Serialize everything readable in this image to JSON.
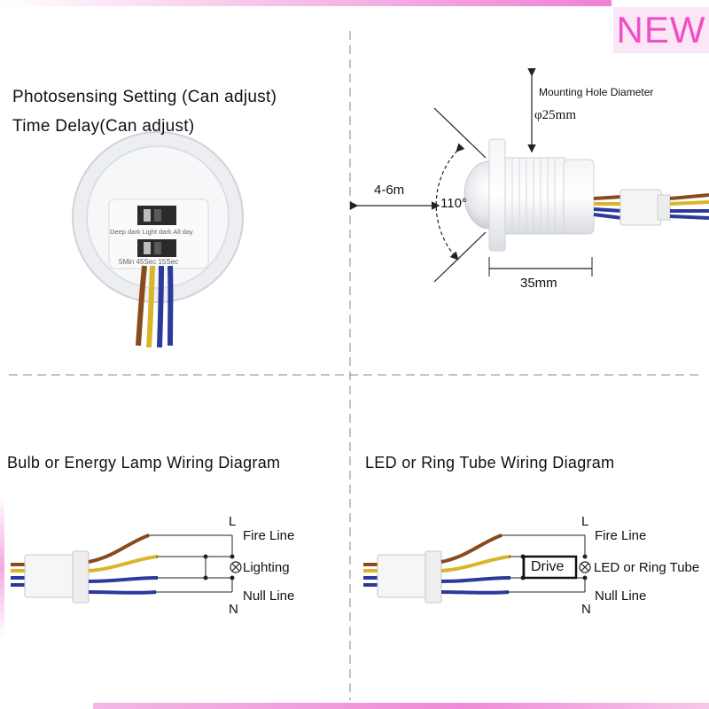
{
  "badge": "NEW",
  "panel1": {
    "line1": "Photosensing Setting (Can adjust)",
    "line2": "Time Delay(Can adjust)",
    "dial_top": "Deep dark Light dark All day",
    "dial_bottom": "5Min 45Sec 15Sec"
  },
  "panel2": {
    "mount_label": "Mounting Hole Diameter",
    "diameter": "φ25mm",
    "range": "4-6m",
    "angle": "110°",
    "length": "35mm"
  },
  "panel3": {
    "title": "Bulb or Energy Lamp Wiring Diagram",
    "L": "L",
    "N": "N",
    "fire": "Fire Line",
    "lighting": "Lighting",
    "null": "Null Line"
  },
  "panel4": {
    "title": "LED or Ring Tube Wiring Diagram",
    "L": "L",
    "N": "N",
    "fire": "Fire Line",
    "drive": "Drive",
    "led": "LED or Ring Tube",
    "null": "Null Line"
  },
  "colors": {
    "brown": "#8a4a1e",
    "yellow": "#d9b52a",
    "blue": "#2b3a9c",
    "accent": "#f04fc9"
  }
}
